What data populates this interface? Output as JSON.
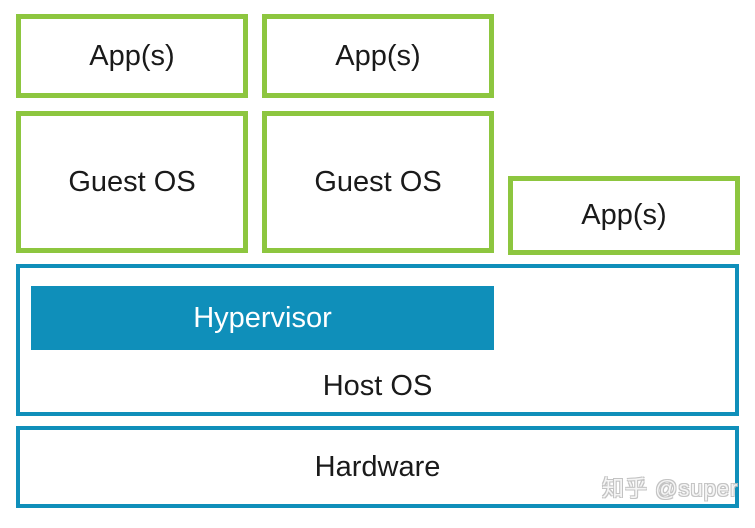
{
  "colors": {
    "green": "#8DC63F",
    "blue": "#0F8FBA",
    "text": "#1A1A1A"
  },
  "boxes": {
    "app1": {
      "label": "App(s)"
    },
    "app2": {
      "label": "App(s)"
    },
    "guest1": {
      "label": "Guest OS"
    },
    "guest2": {
      "label": "Guest OS"
    },
    "app3": {
      "label": "App(s)"
    },
    "hypervisor": {
      "label": "Hypervisor"
    },
    "host_os": {
      "label": "Host OS"
    },
    "hardware": {
      "label": "Hardware"
    }
  },
  "watermark": {
    "text": "知乎 @super"
  }
}
